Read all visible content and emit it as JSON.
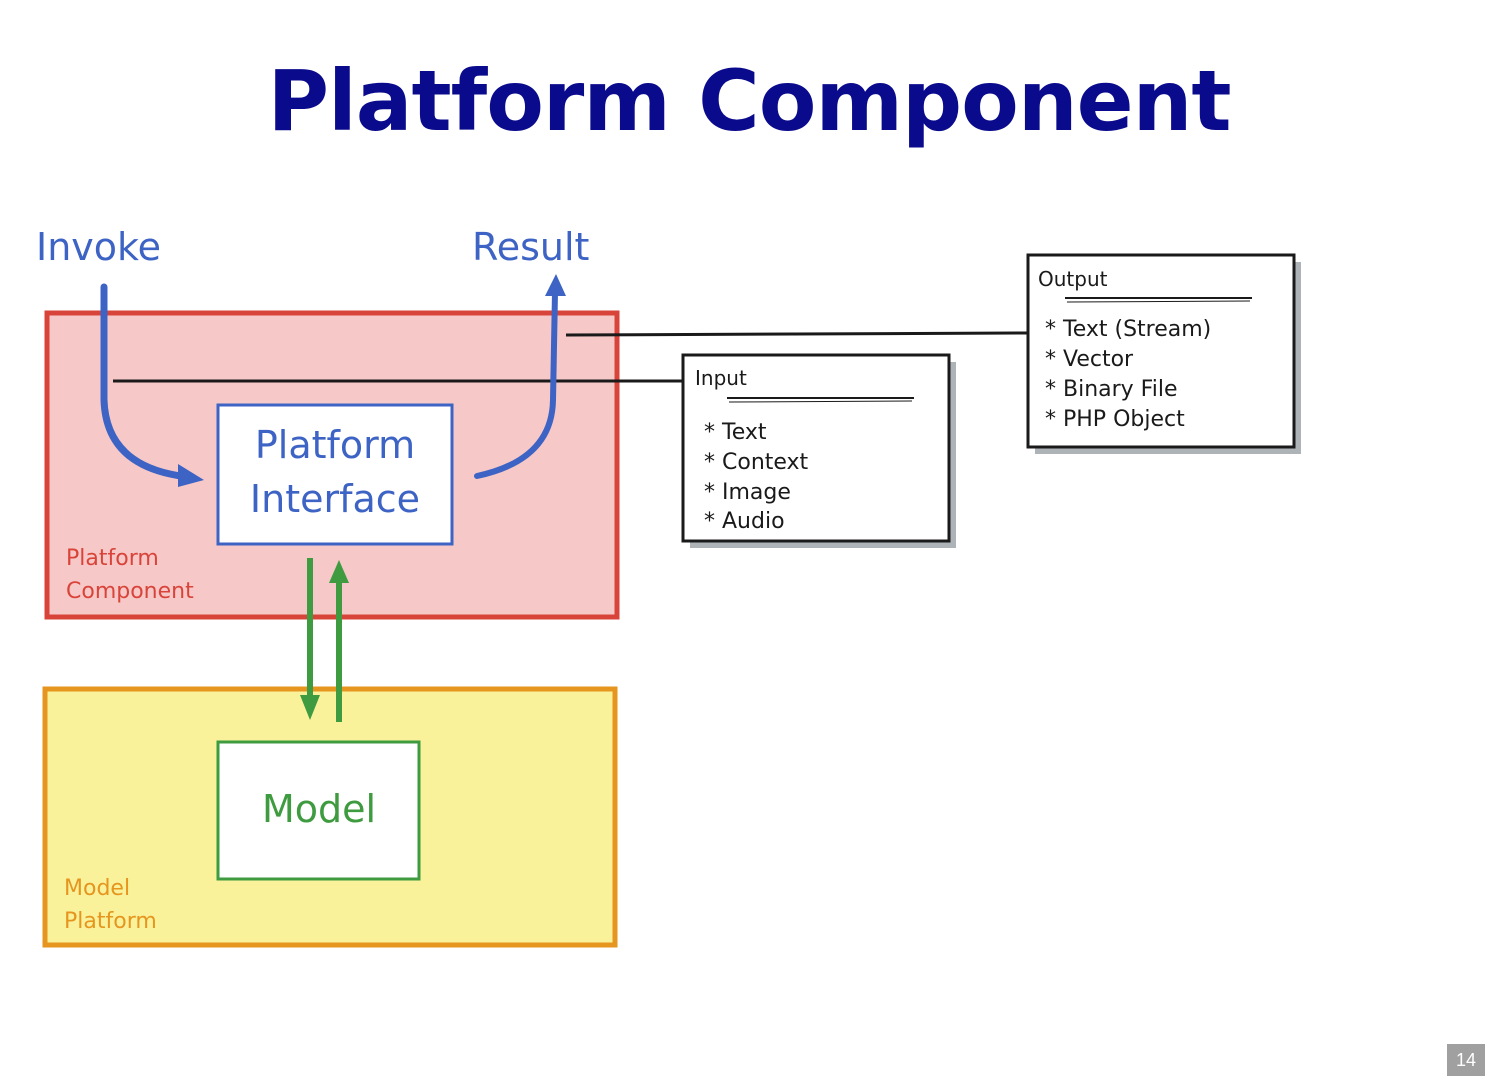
{
  "slide": {
    "title": "Platform Component",
    "page_number": "14"
  },
  "diagram": {
    "labels": {
      "invoke": "Invoke",
      "result": "Result"
    },
    "platform_component": {
      "label_line1": "Platform",
      "label_line2": "Component",
      "color": "#d9443a",
      "fill": "#f6c8c7"
    },
    "platform_interface": {
      "line1": "Platform",
      "line2": "Interface",
      "color": "#3d63c4"
    },
    "model_platform": {
      "label_line1": "Model",
      "label_line2": "Platform",
      "color": "#e6961f",
      "fill": "#f9f29b"
    },
    "model": {
      "label": "Model",
      "color": "#3f9b3f"
    },
    "input_box": {
      "title": "Input",
      "items": [
        "* Text",
        "* Context",
        "* Image",
        "* Audio"
      ]
    },
    "output_box": {
      "title": "Output",
      "items": [
        "* Text (Stream)",
        "* Vector",
        "* Binary File",
        "* PHP Object"
      ]
    }
  }
}
